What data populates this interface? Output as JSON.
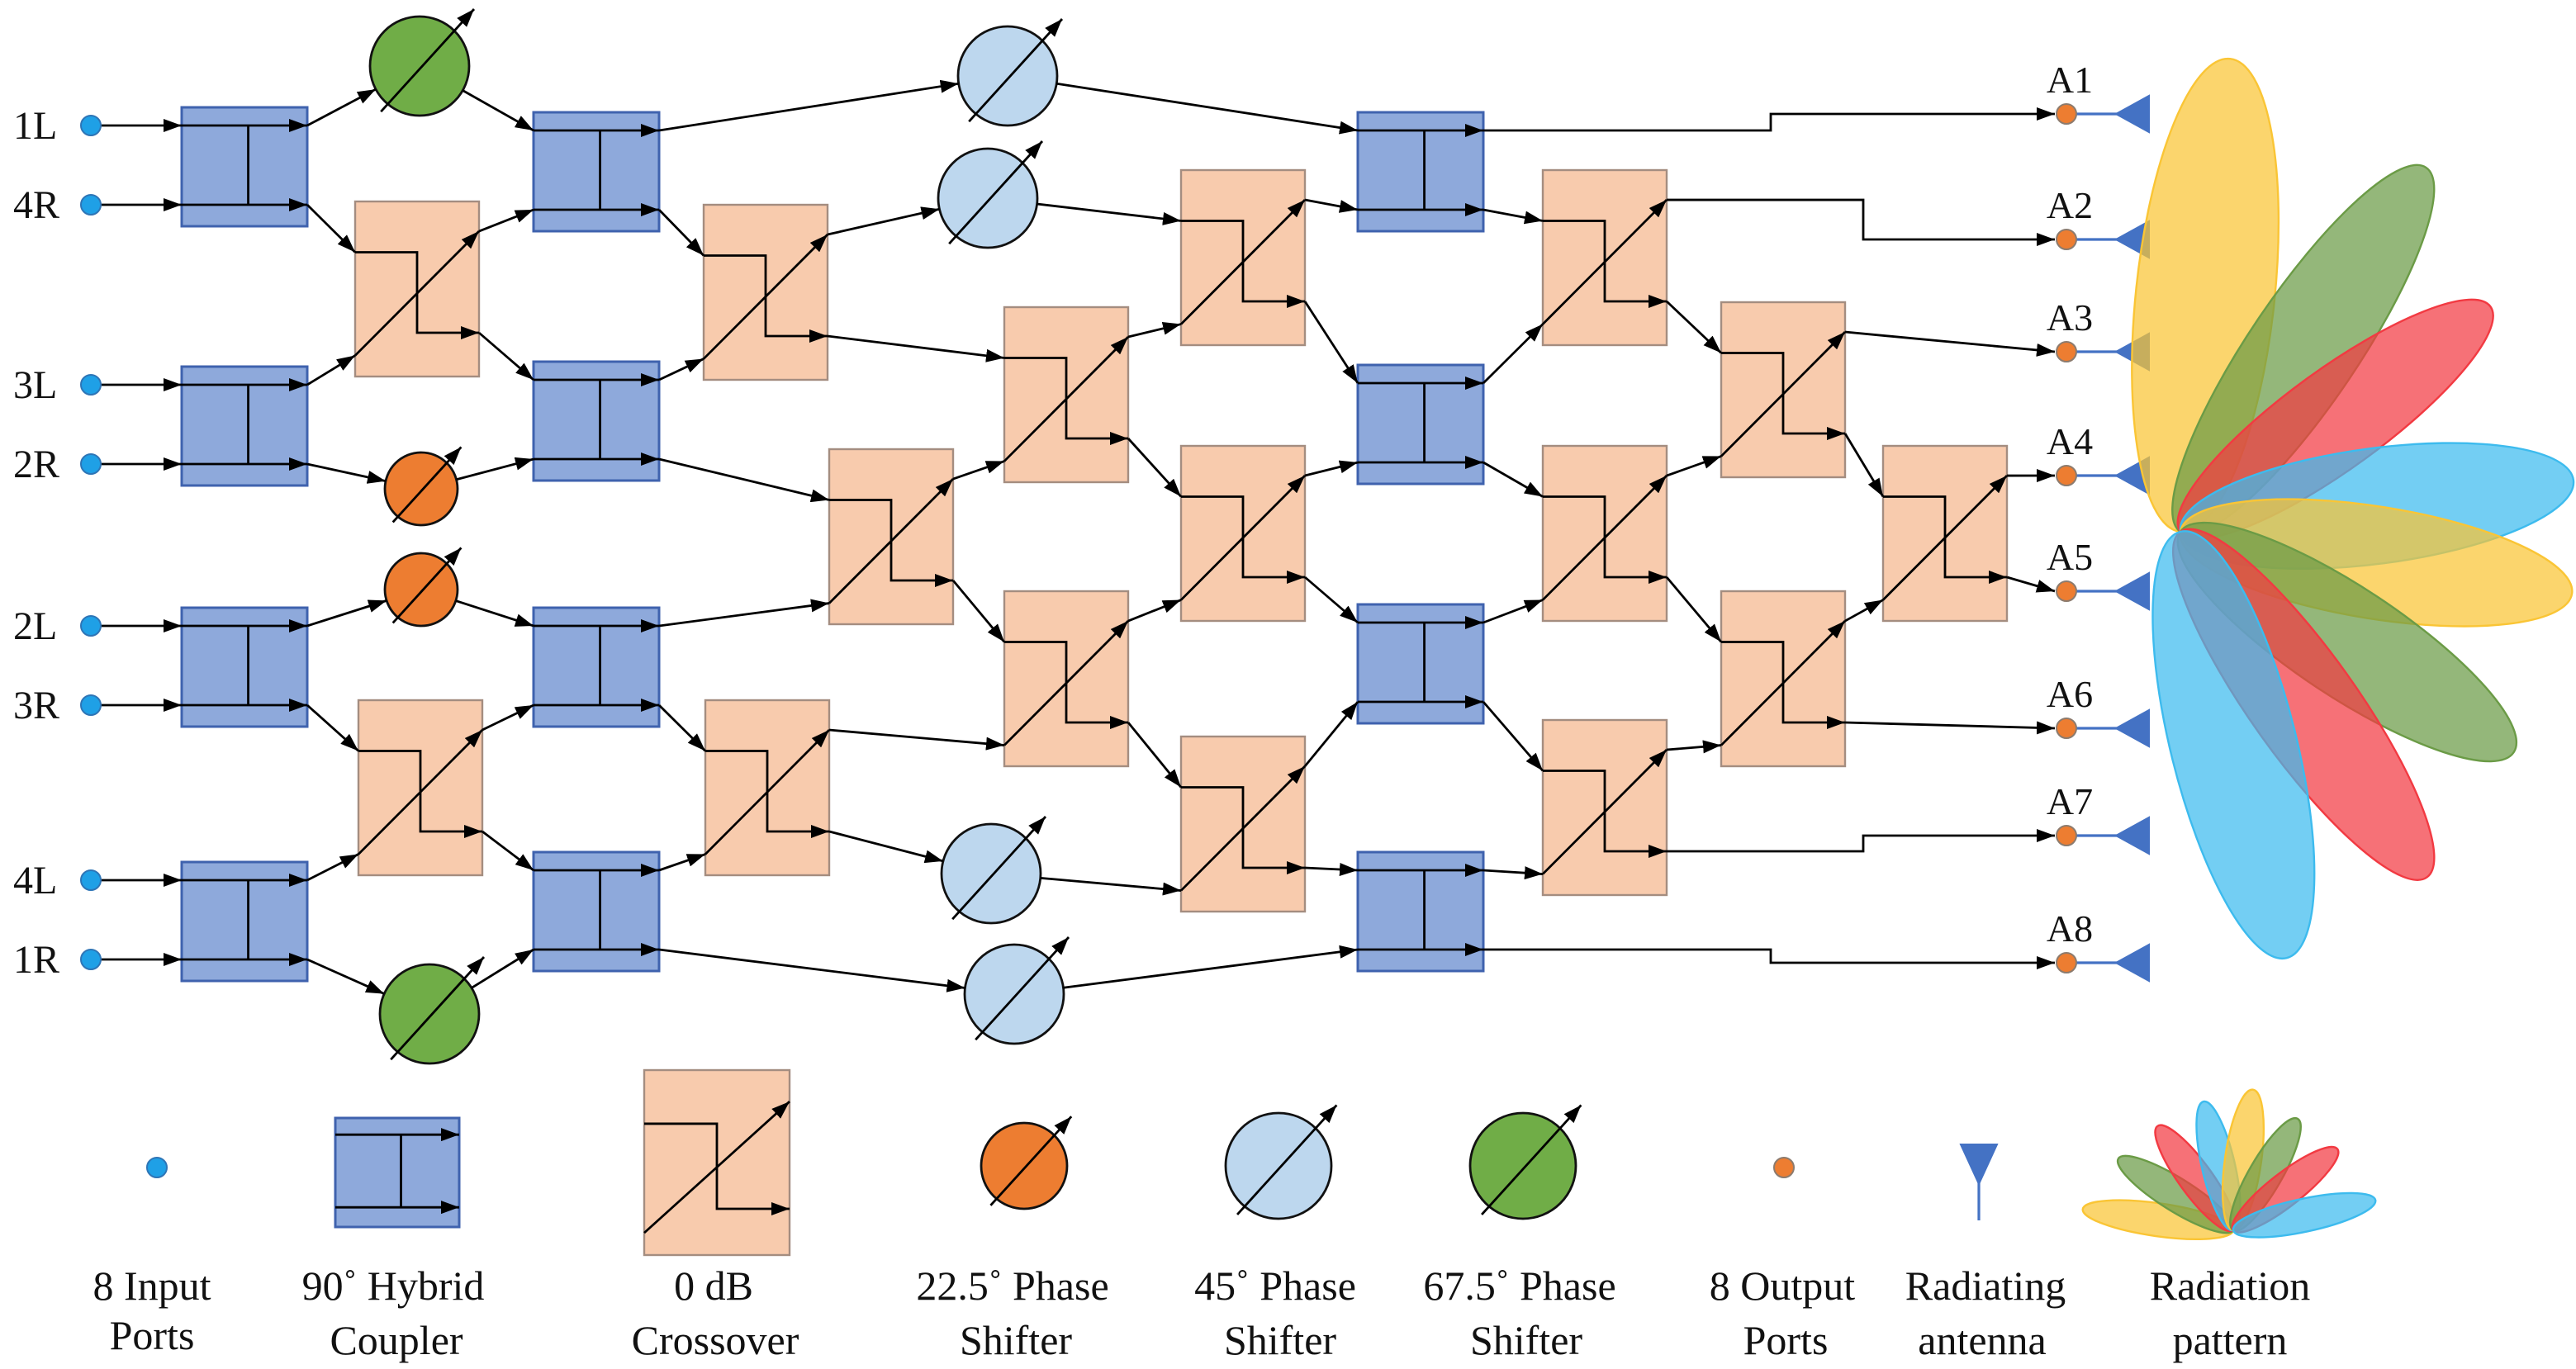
{
  "diagram": {
    "input_ports": [
      "1L",
      "4R",
      "3L",
      "2R",
      "2L",
      "3R",
      "4L",
      "1R"
    ],
    "output_ports": [
      "A1",
      "A2",
      "A3",
      "A4",
      "A5",
      "A6",
      "A7",
      "A8"
    ]
  },
  "legend": {
    "input_port": {
      "icon": "input-port-dot",
      "line1": "8 Input",
      "line2": "Ports"
    },
    "hybrid": {
      "icon": "hybrid-coupler-icon",
      "line1": "90˚ Hybrid",
      "line2": "Coupler"
    },
    "crossover": {
      "icon": "crossover-icon",
      "line1": "0 dB",
      "line2": "Crossover"
    },
    "shifter_22": {
      "icon": "phase-shifter-icon",
      "line1": "22.5˚ Phase",
      "line2": "Shifter"
    },
    "shifter_45": {
      "icon": "phase-shifter-icon",
      "line1": "45˚ Phase",
      "line2": "Shifter"
    },
    "shifter_67": {
      "icon": "phase-shifter-icon",
      "line1": "67.5˚ Phase",
      "line2": "Shifter"
    },
    "output_port": {
      "icon": "output-port-dot",
      "line1": "8 Output",
      "line2": "Ports"
    },
    "antenna": {
      "icon": "antenna-icon",
      "line1": "Radiating",
      "line2": "antenna"
    },
    "pattern": {
      "icon": "radiation-pattern-icon",
      "line1": "Radiation",
      "line2": "pattern"
    }
  },
  "colors": {
    "hybrid_fill": "#8EA9DB",
    "hybrid_stroke": "#3F62AE",
    "crossover_fill": "#F8CBAD",
    "crossover_stroke": "#A48D80",
    "shifter_22_5": "#ED7D31",
    "shifter_45": "#BDD7EE",
    "shifter_67_5": "#70AD47",
    "input_port": "#1FA0E6",
    "input_port_stroke": "#2E75B6",
    "output_port": "#ED7D31",
    "output_port_stroke": "#8C7B6E",
    "antenna": "#4472C4",
    "wire": "#000000",
    "pattern": [
      "#FAC535",
      "#6B9B46",
      "#F23A42",
      "#3DBBEE"
    ]
  }
}
